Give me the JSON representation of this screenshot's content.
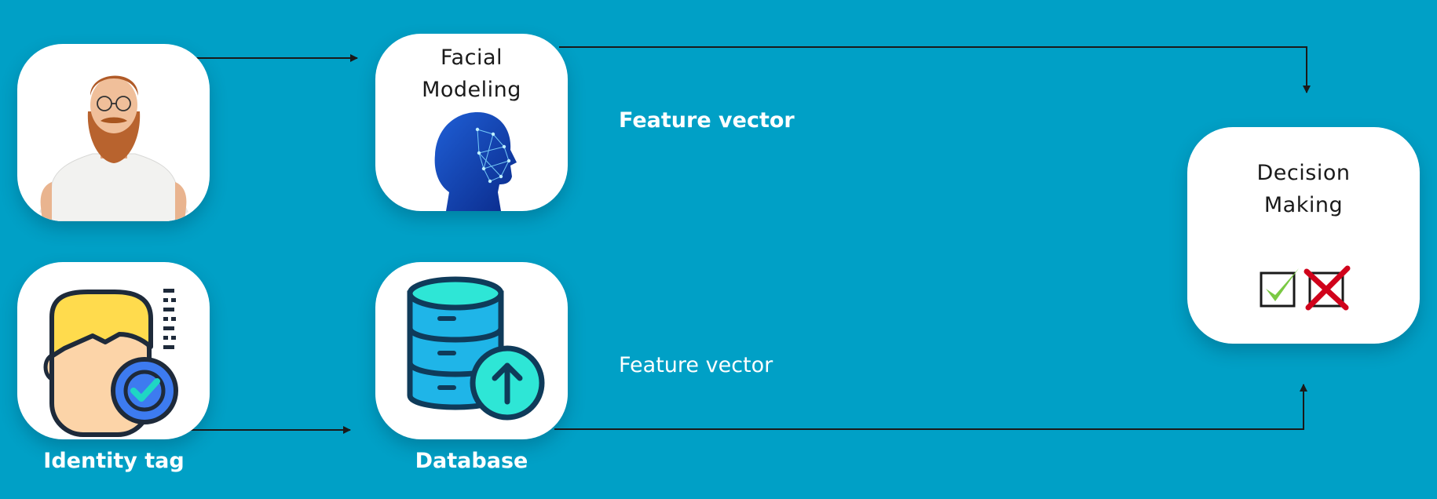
{
  "nodes": {
    "facial": {
      "title": "Facial\nModeling"
    },
    "decision": {
      "title": "Decision\nMaking"
    },
    "identity": {
      "label": "Identity tag"
    },
    "database": {
      "label": "Database"
    }
  },
  "edges": {
    "top_label": "Feature vector",
    "bottom_label": "Feature vector"
  },
  "icons": {
    "person": "man-portrait-photo",
    "facial": "head-face-mesh-icon",
    "identity": "identity-badge-icon",
    "database": "database-upload-icon",
    "accept": "check-box-icon",
    "reject": "cross-box-icon"
  },
  "colors": {
    "background": "#00a0c6",
    "card": "#ffffff",
    "arrow": "#1a1a1a",
    "check": "#7ac943",
    "cross": "#d0021b"
  }
}
